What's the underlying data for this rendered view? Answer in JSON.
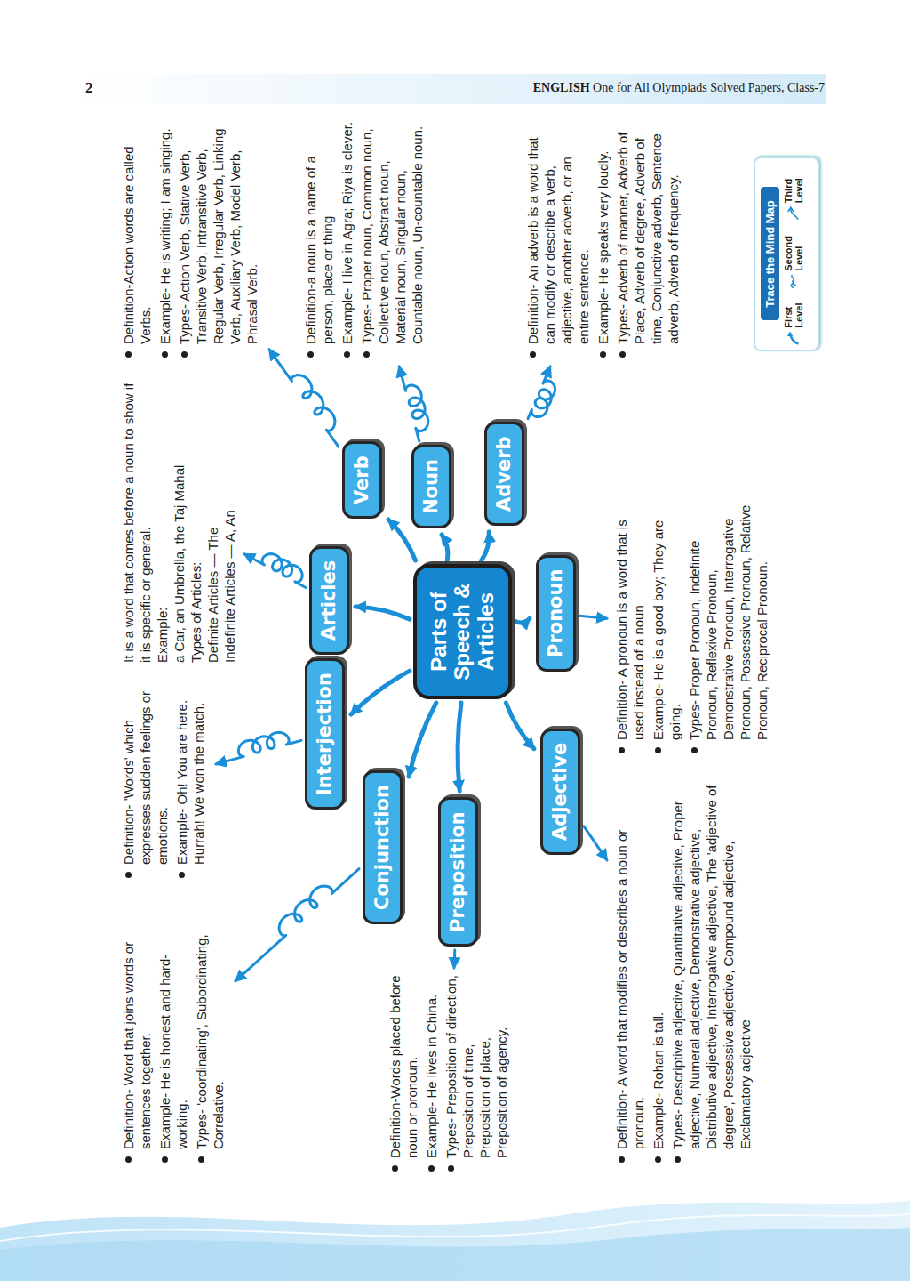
{
  "diagram": {
    "nodes": [
      {
        "text": [
          "Parts of Speech & Articles"
        ]
      },
      {
        "text": [
          "Interjection"
        ]
      },
      {
        "text": [
          "Articles"
        ]
      },
      {
        "text": [
          "Verb"
        ]
      },
      {
        "text": [
          "Noun"
        ]
      },
      {
        "text": [
          "Adverb"
        ]
      },
      {
        "text": [
          "Pronoun"
        ]
      },
      {
        "text": [
          "Adjective"
        ]
      },
      {
        "text": [
          "Preposition"
        ]
      },
      {
        "text": [
          "Conjunction"
        ]
      },
      {
        "text": [
          "Definition- 'Words' which expresses sudden feelings or emotions.",
          "Example- Oh! You are here. Hurrah! We won the match."
        ]
      },
      {
        "text": [
          "It is a word that comes before a noun to show if it is specific or general.",
          "Example:",
          "a Car, an Umbrella, the Taj Mahal",
          "Types of Articles:",
          "Definite Articles — The",
          "Indefinite Articles — A, An"
        ]
      },
      {
        "text": [
          "Definition-Action words are called Verbs.",
          "Example- He is writing; I am singing.",
          "Types- Action Verb, Stative Verb, Transitive Verb, Intransitive Verb, Regular Verb, Irregular Verb, Linking Verb, Auxiliary Verb, Model Verb, Phrasal Verb."
        ]
      },
      {
        "text": [
          "Definition-a noun is a name of a person, place or thing",
          "Example- I live in Agra; Riya is clever.",
          "Types- Proper noun, Common noun, Collective noun, Abstract noun, Material noun, Singular noun, Countable noun, Un-countable noun."
        ]
      },
      {
        "text": [
          "Definition- An adverb is a word that can modify or describe a verb, adjective, another adverb, or an entire sentence.",
          "Example- He speaks very loudly.",
          "Types- Adverb of manner, Adverb of Place, Adverb of degree, Adverb of time, Conjunctive adverb, Sentence adverb, Adverb of frequency."
        ]
      },
      {
        "text": [
          "Definition- A pronoun is a word that is used instead of a noun",
          "Example- He is a good boy; They are going.",
          "Types- Proper Pronoun, Indefinite Pronoun, Reflexive Pronoun, Demonstrative Pronoun, Interrogative Pronoun, Possessive Pronoun, Relative Pronoun, Reciprocal Pronoun."
        ]
      },
      {
        "text": [
          "Definition- A word that modifies or describes a noun or pronoun.",
          "Example- Rohan is tall.",
          "Types- Descriptive adjective, Quantitative adjective, Proper adjective, Numeral adjective, Demonstrative adjective, Distributive adjective, Interrogative adjective, The 'adjective of degree', Possessive adjective, Compound adjective, Exclamatory adjective"
        ]
      },
      {
        "text": [
          "Definition-Words placed before noun or pronoun.",
          "Example- He lives in China.",
          "Types- Preposition of direction, Preposition of time, Preposition of place, Preposition of agency."
        ]
      },
      {
        "text": [
          "Definition- Word that joins words or sentences together.",
          "Example- He is honest and hard-working.",
          "Types- 'coordinating', Subordinating, Correlative."
        ]
      }
    ],
    "edges": [
      {
        "from": 0,
        "to": 1,
        "arrow": "to"
      },
      {
        "from": 0,
        "to": 2,
        "arrow": "to"
      },
      {
        "from": 0,
        "to": 3,
        "arrow": "to"
      },
      {
        "from": 0,
        "to": 4,
        "arrow": "to"
      },
      {
        "from": 0,
        "to": 5,
        "arrow": "to"
      },
      {
        "from": 0,
        "to": 6,
        "arrow": "to"
      },
      {
        "from": 0,
        "to": 7,
        "arrow": "to"
      },
      {
        "from": 0,
        "to": 8,
        "arrow": "to"
      },
      {
        "from": 0,
        "to": 9,
        "arrow": "to"
      },
      {
        "from": 1,
        "to": 10,
        "arrow": "to"
      },
      {
        "from": 2,
        "to": 11,
        "arrow": "to"
      },
      {
        "from": 3,
        "to": 12,
        "arrow": "to"
      },
      {
        "from": 4,
        "to": 13,
        "arrow": "to"
      },
      {
        "from": 5,
        "to": 14,
        "arrow": "to"
      },
      {
        "from": 6,
        "to": 15,
        "arrow": "to"
      },
      {
        "from": 7,
        "to": 16,
        "arrow": "to"
      },
      {
        "from": 8,
        "to": 17,
        "arrow": "to"
      },
      {
        "from": 9,
        "to": 18,
        "arrow": "to"
      }
    ],
    "labels": [
      "2",
      "ENGLISH",
      "One for All Olympiads Solved Papers, Class-7",
      "Trace the Mind Map"
    ],
    "legend": [
      {
        "text": "First Level"
      },
      {
        "text": "Second Level"
      },
      {
        "text": "Third Level"
      }
    ]
  }
}
